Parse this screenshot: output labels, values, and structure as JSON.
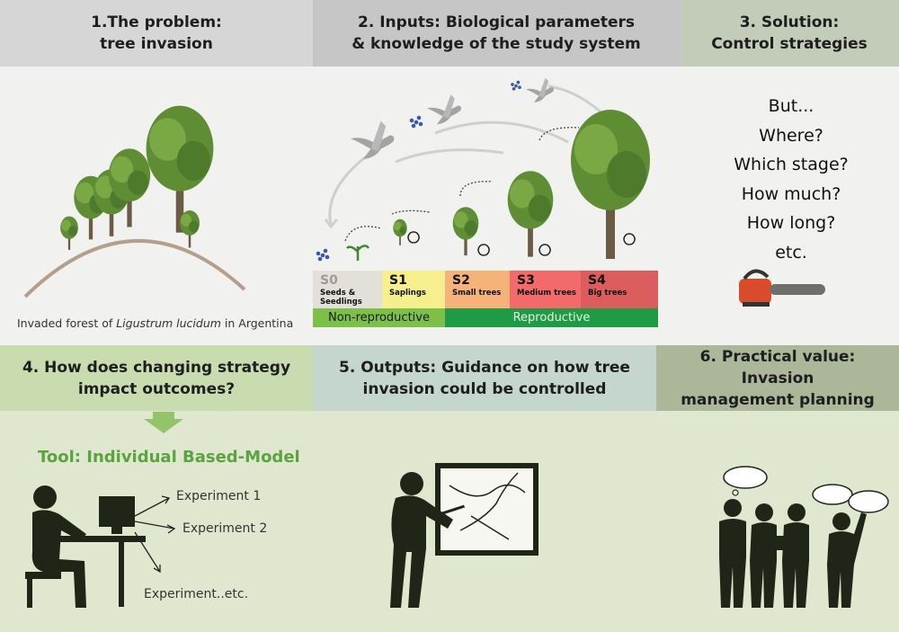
{
  "panels": {
    "p1": {
      "line1": "1.The problem:",
      "line2": "tree invasion"
    },
    "p2": {
      "line1": "2. Inputs: Biological parameters",
      "line2": "& knowledge of the study system"
    },
    "p3": {
      "line1": "3. Solution:",
      "line2": "Control strategies"
    },
    "p4": {
      "line1": "4. How does changing strategy",
      "line2": "impact outcomes?"
    },
    "p5": {
      "line1": "5. Outputs: Guidance on how  tree",
      "line2": "invasion could be controlled"
    },
    "p6": {
      "line1": "6. Practical value: Invasion",
      "line2": "management planning"
    }
  },
  "forest_caption": {
    "prefix": "Invaded forest of ",
    "species": "Ligustrum lucidum",
    "suffix": " in Argentina"
  },
  "questions": [
    "But...",
    "Where?",
    "Which stage?",
    "How much?",
    "How long?",
    "etc."
  ],
  "stages": [
    {
      "code": "S0",
      "label1": "Seeds &",
      "label2": "Seedlings",
      "color": "#e2e0d9",
      "code_color": "#9a9a9a"
    },
    {
      "code": "S1",
      "label1": "Saplings",
      "label2": "",
      "color": "#f6ef8e",
      "code_color": "#111111"
    },
    {
      "code": "S2",
      "label1": "Small trees",
      "label2": "",
      "color": "#f6b379",
      "code_color": "#111111"
    },
    {
      "code": "S3",
      "label1": "Medium trees",
      "label2": "",
      "color": "#f26a6a",
      "code_color": "#111111"
    },
    {
      "code": "S4",
      "label1": "Big trees",
      "label2": "",
      "color": "#dc5d5d",
      "code_color": "#111111"
    }
  ],
  "groups": {
    "non_reproductive": "Non-reproductive",
    "reproductive": "Reproductive"
  },
  "tool": {
    "title": "Tool: Individual Based-Model"
  },
  "experiments": [
    "Experiment 1",
    "Experiment 2",
    "Experiment..etc."
  ],
  "colors": {
    "header_gray": "#d6d6d6",
    "header_sage": "#c3ccb9",
    "header_green": "#c9dcb0",
    "header_teal": "#c4d6cd",
    "header_olive": "#acb79a",
    "bottom_bg": "#dfe8cf",
    "tool_title": "#5aa33e",
    "non_reproductive": "#7cc04a",
    "reproductive": "#1f9a45",
    "silhouette": "#1f2617",
    "arrow_down": "#93c46a"
  },
  "icons": [
    "tree-icon",
    "bird-icon",
    "seed-icon",
    "chainsaw-icon",
    "person-computer-icon",
    "presenter-icon",
    "group-discussion-icon"
  ]
}
